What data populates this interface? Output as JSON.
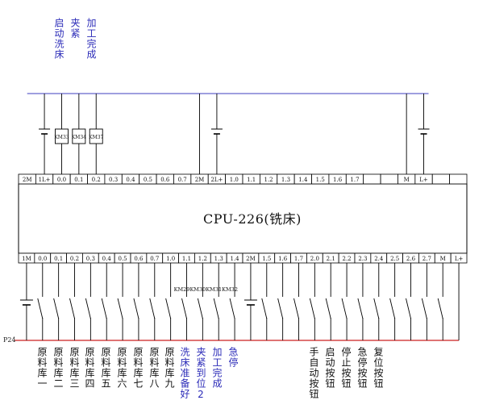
{
  "cpu_label": "CPU-226(铣床)",
  "supply_label": "P24",
  "colors": {
    "line": "#000000",
    "blue": "#2b2bb8",
    "red": "#cc2222",
    "bus": "#6666cc"
  },
  "top_terminals": [
    "2M",
    "1L+",
    "0.0",
    "0.1",
    "0.2",
    "0.3",
    "0.4",
    "0.5",
    "0.6",
    "0.7",
    "2M",
    "2L+",
    "1.0",
    "1.1",
    "1.2",
    "1.3",
    "1.4",
    "1.5",
    "1.6",
    "1.7",
    "",
    "",
    "M",
    "L+",
    "",
    ""
  ],
  "bottom_terminals": [
    "1M",
    "0.0",
    "0.1",
    "0.2",
    "0.3",
    "0.4",
    "0.5",
    "0.6",
    "0.7",
    "1.0",
    "1.1",
    "1.2",
    "1.3",
    "1.4",
    "2M",
    "1.5",
    "1.6",
    "1.7",
    "2.0",
    "2.1",
    "2.2",
    "2.3",
    "2.4",
    "2.5",
    "2.6",
    "2.7",
    "M",
    "L+"
  ],
  "top_coils": [
    "KM33",
    "KM34",
    "KM37"
  ],
  "bottom_coils": [
    "KM29",
    "KM30",
    "KM31",
    "KM32"
  ],
  "top_labels": [
    {
      "text": "启动洗床",
      "color": "blue"
    },
    {
      "text": "夹紧",
      "color": "blue"
    },
    {
      "text": "加工完成",
      "color": "blue"
    }
  ],
  "bottom_labels": [
    {
      "text": "原料库一",
      "color": "black"
    },
    {
      "text": "原料库二",
      "color": "black"
    },
    {
      "text": "原料库三",
      "color": "black"
    },
    {
      "text": "原料库四",
      "color": "black"
    },
    {
      "text": "原料库五",
      "color": "black"
    },
    {
      "text": "原料库六",
      "color": "black"
    },
    {
      "text": "原料库七",
      "color": "black"
    },
    {
      "text": "原料库八",
      "color": "black"
    },
    {
      "text": "原料库九",
      "color": "black"
    },
    {
      "text": "洗床准备好",
      "color": "blue"
    },
    {
      "text": "夹紧到位2",
      "color": "blue"
    },
    {
      "text": "加工完成",
      "color": "blue"
    },
    {
      "text": "急停",
      "color": "blue"
    },
    {
      "text": "手自动按钮",
      "color": "black"
    },
    {
      "text": "启动按钮",
      "color": "black"
    },
    {
      "text": "停止按钮",
      "color": "black"
    },
    {
      "text": "急停按钮",
      "color": "black"
    },
    {
      "text": "复位按钮",
      "color": "black"
    }
  ]
}
